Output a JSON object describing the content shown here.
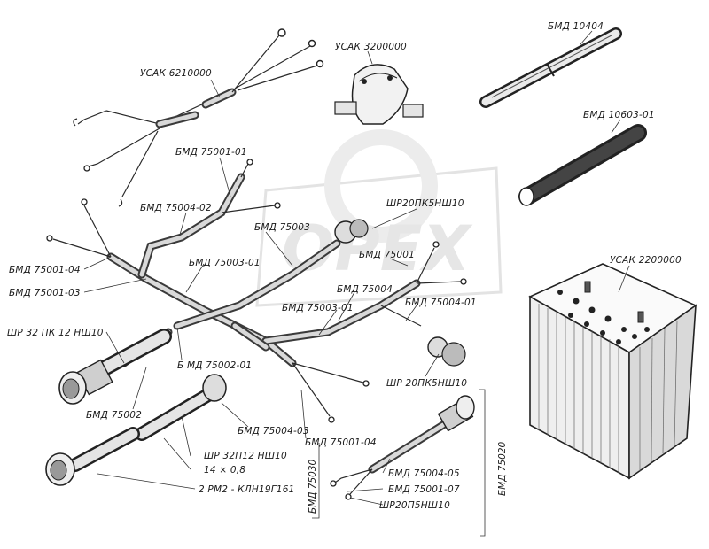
{
  "labels": {
    "usak_621": "УСАК 6210000",
    "usak_320": "УСАК 3200000",
    "bmd_10404": "БМД 10404",
    "bmd_10603": "БМД 10603-01",
    "bmd_75001_01": "БМД 75001-01",
    "bmd_75004_02": "БМД 75004-02",
    "bmd_75003": "БМД 75003",
    "shr20pk5nsh10_top": "ШР20ПК5НШ10",
    "bmd_75001_04_left": "БМД 75001-04",
    "bmd_75003_01_top": "БМД 75003-01",
    "bmd_75001": "БМД 75001",
    "bmd_75001_03": "БМД 75001-03",
    "bmd_75004": "БМД 75004",
    "usak_220": "УСАК 2200000",
    "bmd_75003_01_mid": "БМД 75003-01",
    "bmd_75004_01": "БМД 75004-01",
    "shr32pk12nsh10": "ШР 32 ПК 12 НШ10",
    "bmd_75002_01": "Б МД 75002-01",
    "shr20pk5nsh10_bottom": "ШР 20ПК5НШ10",
    "bmd_75002": "БМД 75002",
    "bmd_75004_03": "БМД 75004-03",
    "bmd_75001_04_bottom": "БМД 75001-04",
    "shr32p12nsh10": "ШР 32П12 НШ10",
    "dim_14x08": "14 × 0,8",
    "rm2": "2 РМ2 - КЛН19Г161",
    "bmd_75030": "БМД 75030",
    "bmd_75004_05": "БМД 75004-05",
    "bmd_75001_07": "БМД 75001-07",
    "shr20p5nsh10": "ШР20П5НШ10",
    "bmd_75020": "БМД 75020"
  },
  "watermark": "OPEX"
}
